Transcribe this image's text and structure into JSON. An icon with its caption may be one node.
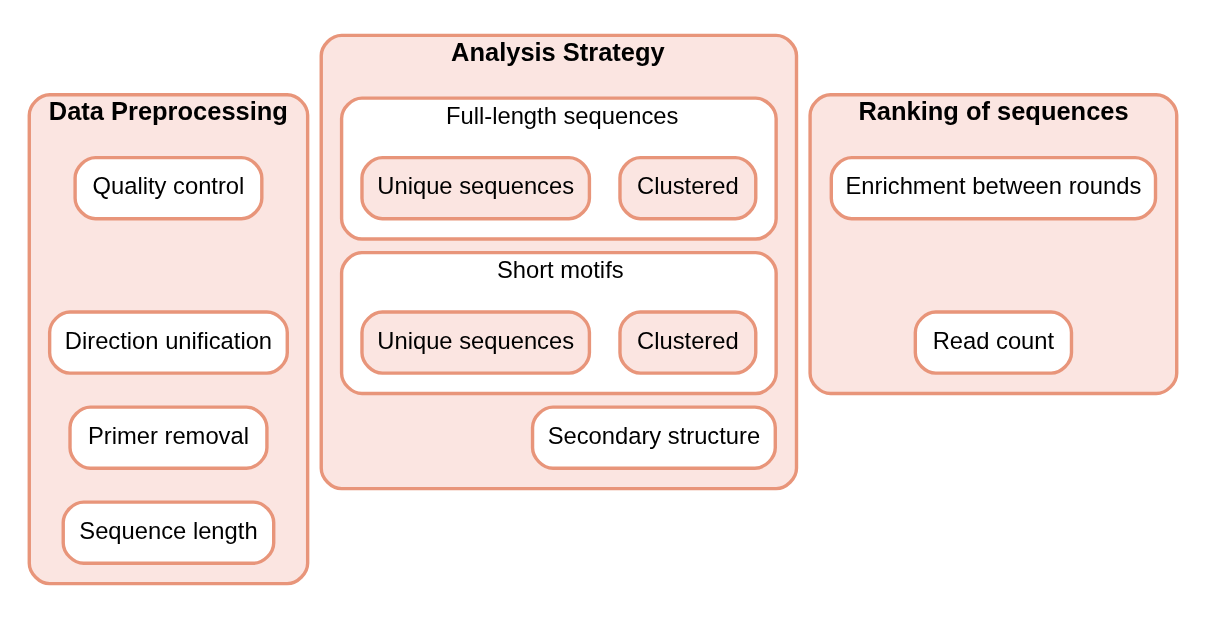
{
  "diagram": {
    "nodes": [
      {
        "text": [
          "Data Preprocessing"
        ]
      },
      {
        "text": [
          "Quality control"
        ],
        "in": 0
      },
      {
        "text": [
          "Direction unification"
        ],
        "in": 0
      },
      {
        "text": [
          "Primer removal"
        ],
        "in": 0
      },
      {
        "text": [
          "Sequence length"
        ],
        "in": 0
      },
      {
        "text": [
          "Analysis Strategy"
        ]
      },
      {
        "text": [
          "Full-length sequences"
        ],
        "in": 5
      },
      {
        "text": [
          "Clustered"
        ],
        "in": 6
      },
      {
        "text": [
          "Unique sequences"
        ],
        "in": 6
      },
      {
        "text": [
          "Short motifs"
        ],
        "in": 5
      },
      {
        "text": [
          "Clustered"
        ],
        "in": 9
      },
      {
        "text": [
          "Unique sequences"
        ],
        "in": 9
      },
      {
        "text": [
          "Secondary structure"
        ],
        "in": 5
      },
      {
        "text": [
          "Ranking of sequences"
        ]
      },
      {
        "text": [
          "Enrichment between rounds"
        ],
        "in": 13
      },
      {
        "text": [
          "Read count"
        ],
        "in": 13
      }
    ]
  }
}
